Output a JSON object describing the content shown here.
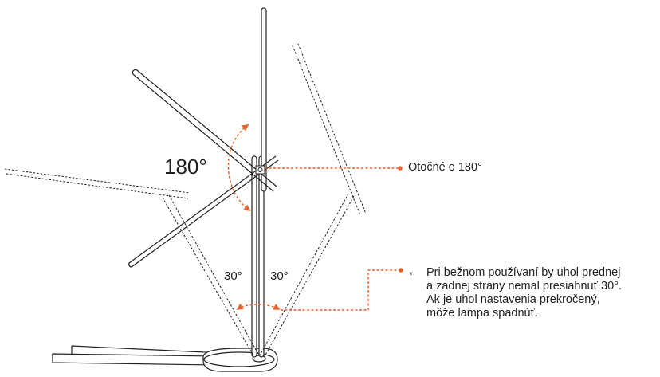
{
  "angles": {
    "rotation": "180°",
    "left_tilt": "30°",
    "right_tilt": "30°"
  },
  "callouts": {
    "rotate": "Otočné o 180°",
    "warning_marker": "*",
    "warning_lines": [
      "Pri bežnom používaní by uhol prednej",
      "a zadnej strany nemal presiahnuť 30°.",
      "Ak je uhol nastavenia prekročený,",
      "môže lampa spadnúť."
    ]
  },
  "colors": {
    "line": "#231f20",
    "accent": "#e8602a",
    "background": "#ffffff"
  }
}
